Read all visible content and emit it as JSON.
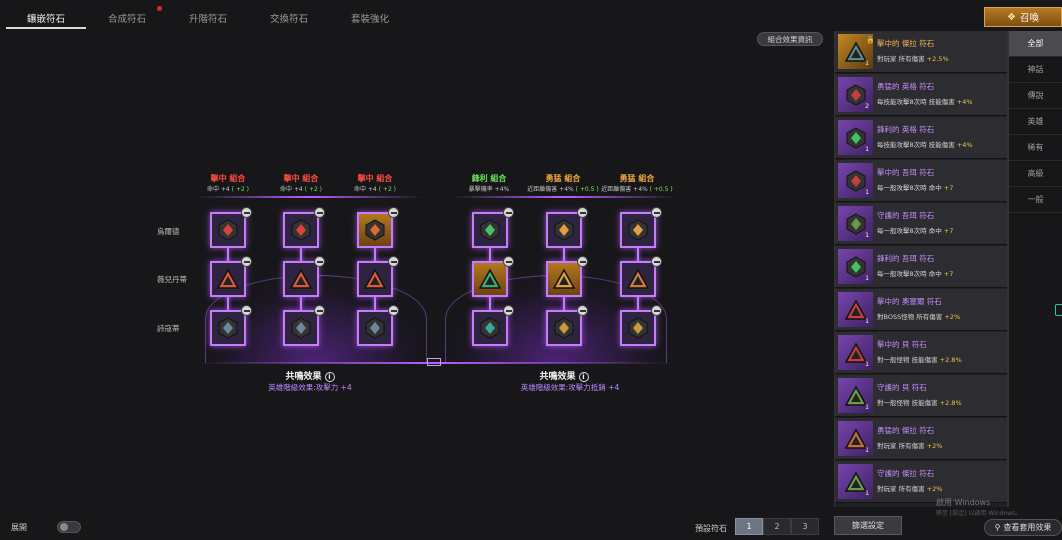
{
  "tabs": [
    {
      "label": "鑲嵌符石"
    },
    {
      "label": "合成符石"
    },
    {
      "label": "升階符石"
    },
    {
      "label": "交換符石"
    },
    {
      "label": "套裝強化"
    }
  ],
  "summon_label": "召喚",
  "combo_info_label": "組合效果資訊",
  "row_labels": [
    "烏爾德",
    "薇兒丹蒂",
    "詩寇蒂"
  ],
  "colors": {
    "red_combo": "#ff4b3e",
    "green_combo": "#6be05a",
    "orange_combo": "#f0a640",
    "slot_border": "#c77bff"
  },
  "combos": [
    {
      "title": "擊中 組合",
      "color": "#ff4b3e",
      "stat": "命中 +4",
      "bonus": "( +2 )"
    },
    {
      "title": "擊中 組合",
      "color": "#ff4b3e",
      "stat": "命中 +4",
      "bonus": "( +2 )"
    },
    {
      "title": "擊中 組合",
      "color": "#ff4b3e",
      "stat": "命中 +4",
      "bonus": "( +2 )"
    },
    {
      "title": "鋒利 組合",
      "color": "#6be05a",
      "stat": "暴擊機率 +4%",
      "bonus": ""
    },
    {
      "title": "勇猛 組合",
      "color": "#f0a640",
      "stat": "近距離傷害 +4%",
      "bonus": "( +0.5 )"
    },
    {
      "title": "勇猛 組合",
      "color": "#f0a640",
      "stat": "近距離傷害 +4%",
      "bonus": "( +0.5 )"
    }
  ],
  "resonance": [
    {
      "title": "共鳴效果",
      "desc": "英雄階級效果:攻擊力 +4"
    },
    {
      "title": "共鳴效果",
      "desc": "英雄階級效果:攻擊力抵銷 +4"
    }
  ],
  "rune_list": [
    {
      "name": "擊中的 傑拉 符石",
      "desc": "對玩家 所有傷害",
      "value": "+2.5%",
      "tier": "gold",
      "count": "1",
      "locked": true,
      "lock_icon": "lock-icon"
    },
    {
      "name": "勇猛的 英格 符石",
      "desc": "每技能攻擊8次時 技能傷害",
      "value": "+4%",
      "tier": "purple",
      "count": "2",
      "locked": false
    },
    {
      "name": "鋒利的 英格 符石",
      "desc": "每技能攻擊8次時 技能傷害",
      "value": "+4%",
      "tier": "purple",
      "count": "1",
      "locked": false
    },
    {
      "name": "擊中的 吾珥 符石",
      "desc": "每一般攻擊8次時 命中",
      "value": "+7",
      "tier": "purple",
      "count": "1",
      "locked": false
    },
    {
      "name": "守護的 吾珥 符石",
      "desc": "每一般攻擊8次時 命中",
      "value": "+7",
      "tier": "purple",
      "count": "1",
      "locked": false
    },
    {
      "name": "鋒利的 吾珥 符石",
      "desc": "每一般攻擊8次時 命中",
      "value": "+7",
      "tier": "purple",
      "count": "1",
      "locked": false
    },
    {
      "name": "擊中的 奧塞爾 符石",
      "desc": "對BOSS怪物 所有傷害",
      "value": "+2%",
      "tier": "purple",
      "count": "1",
      "locked": false
    },
    {
      "name": "擊中的 貝 符石",
      "desc": "對一般怪物 技能傷害",
      "value": "+2.8%",
      "tier": "purple",
      "count": "1",
      "locked": false
    },
    {
      "name": "守護的 貝 符石",
      "desc": "對一般怪物 技能傷害",
      "value": "+2.8%",
      "tier": "purple",
      "count": "1",
      "locked": false
    },
    {
      "name": "勇猛的 傑拉 符石",
      "desc": "對玩家 所有傷害",
      "value": "+2%",
      "tier": "purple",
      "count": "1",
      "locked": false
    },
    {
      "name": "守護的 傑拉 符石",
      "desc": "對玩家 所有傷害",
      "value": "+2%",
      "tier": "purple",
      "count": "1",
      "locked": false
    }
  ],
  "filters": [
    "全部",
    "神話",
    "傳說",
    "英雄",
    "稀有",
    "高級",
    "一般"
  ],
  "bottom": {
    "expand_label": "展開",
    "preset_label": "預設符石",
    "pages": [
      "1",
      "2",
      "3"
    ],
    "filter_settings": "篩選設定",
    "view_effect": "查看套用效果"
  },
  "watermark": {
    "line1": "啟用 Windows",
    "line2": "移至 [設定] 以啟用 Windows。"
  }
}
